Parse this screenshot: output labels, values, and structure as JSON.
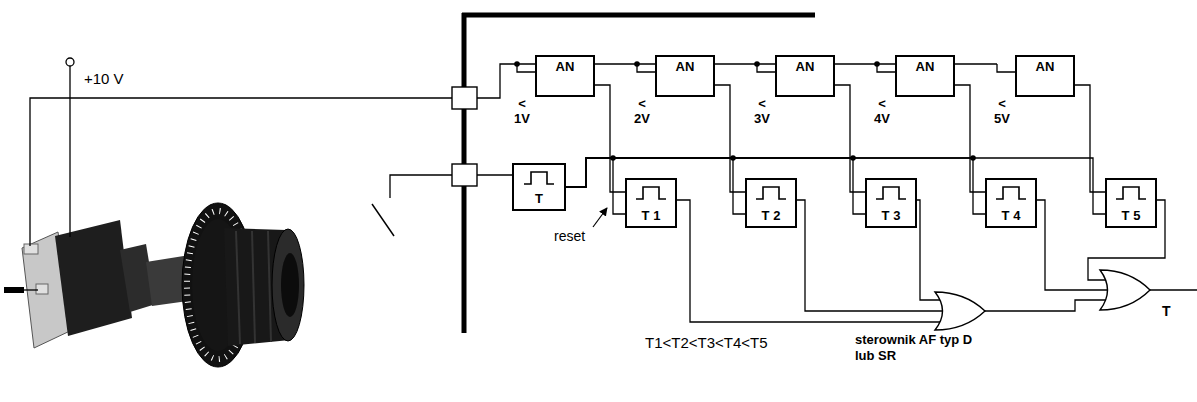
{
  "diagram": {
    "nodes": [
      {
        "text": [
          "AN",
          "< 1V"
        ]
      },
      {
        "text": [
          "AN",
          "< 2V"
        ]
      },
      {
        "text": [
          "AN",
          "< 3V"
        ]
      },
      {
        "text": [
          "AN",
          "< 4V"
        ]
      },
      {
        "text": [
          "AN",
          "< 5V"
        ]
      },
      {
        "text": [
          "T"
        ]
      },
      {
        "text": [
          "T 1"
        ]
      },
      {
        "text": [
          "T 2"
        ]
      },
      {
        "text": [
          "T 3"
        ]
      },
      {
        "text": [
          "T 4"
        ]
      },
      {
        "text": [
          "T 5"
        ]
      }
    ],
    "edges": [
      {
        "from": 0,
        "to": 6,
        "arrow": "none"
      },
      {
        "from": 1,
        "to": 7,
        "arrow": "none"
      },
      {
        "from": 2,
        "to": 8,
        "arrow": "none"
      },
      {
        "from": 3,
        "to": 9,
        "arrow": "none"
      },
      {
        "from": 4,
        "to": 10,
        "arrow": "none"
      },
      {
        "from": 5,
        "to": 6,
        "arrow": "none"
      },
      {
        "from": 5,
        "to": 7,
        "arrow": "none"
      },
      {
        "from": 5,
        "to": 8,
        "arrow": "none"
      },
      {
        "from": 5,
        "to": 9,
        "arrow": "none"
      },
      {
        "from": 5,
        "to": 10,
        "arrow": "none"
      }
    ],
    "labels": [
      "+10 V",
      "reset",
      "T1<T2<T3<T4<T5",
      "sterownik AF typ D lub SR",
      "T"
    ]
  }
}
